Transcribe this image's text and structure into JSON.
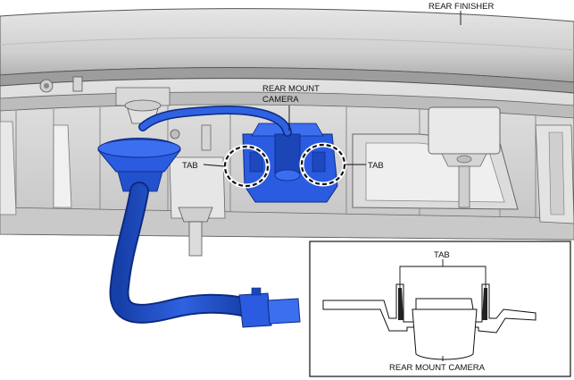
{
  "labels": {
    "rear_finisher": "REAR FINISHER",
    "camera_line1": "REAR MOUNT",
    "camera_line2": "CAMERA",
    "tab_left": "TAB",
    "tab_right": "TAB",
    "inset_tab": "TAB",
    "inset_camera": "REAR MOUNT CAMERA"
  },
  "colors": {
    "part_highlight": "#1f4fc8",
    "part_outline": "#0d2a80",
    "body_gray": "#d6d6d6",
    "line": "#111111"
  }
}
